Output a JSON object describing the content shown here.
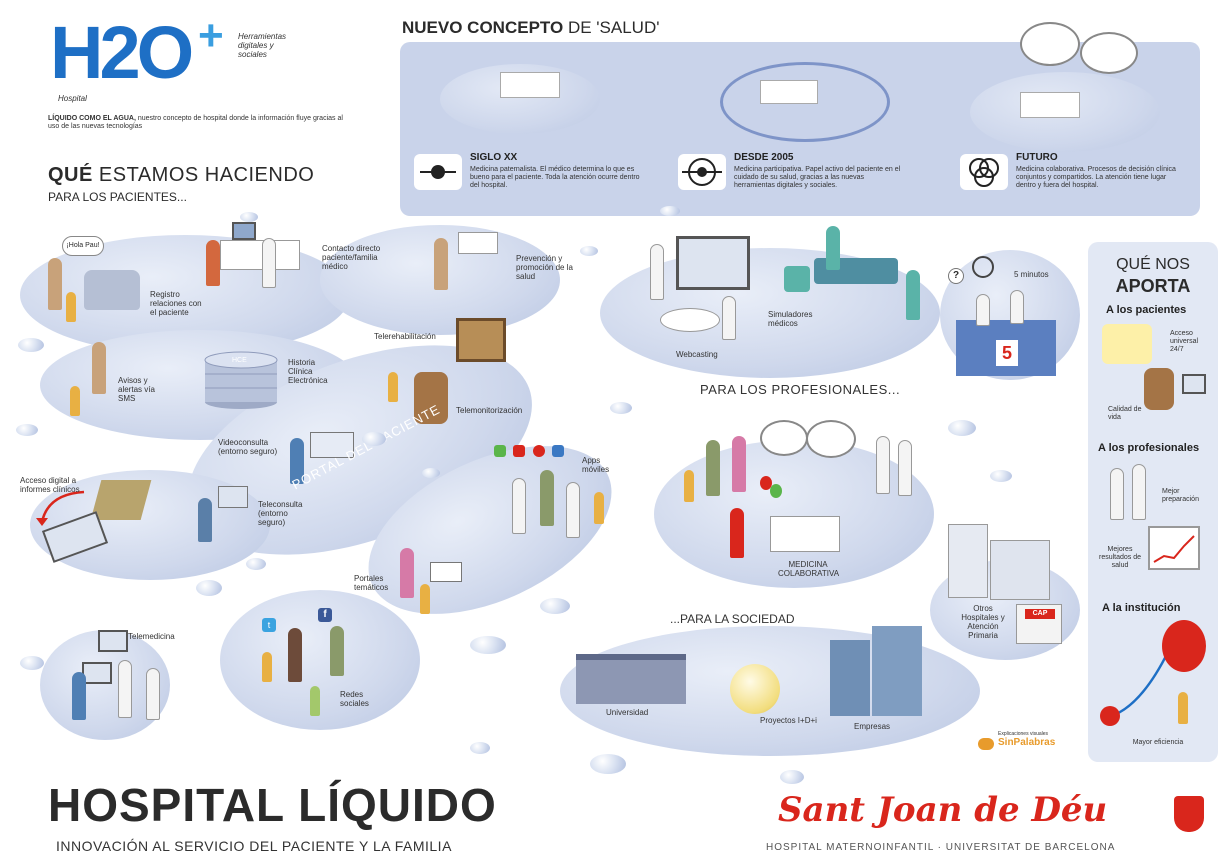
{
  "brand": {
    "logo_text": "H2O+",
    "logo_sub": "Herramientas digitales y sociales",
    "logo_hospital": "Hospital",
    "tagline_bold": "LÍQUIDO COMO EL AGUA,",
    "tagline_rest": "nuestro concepto de hospital donde la información fluye gracias al uso de las nuevas tecnologías"
  },
  "concept": {
    "title_bold": "NUEVO CONCEPTO",
    "title_rest": "DE 'SALUD'",
    "eras": [
      {
        "title": "SIGLO XX",
        "text": "Medicina paternalista. El médico determina lo que es bueno para el paciente. Toda la atención ocurre dentro del hospital."
      },
      {
        "title": "DESDE 2005",
        "text": "Medicina participativa. Papel activo del paciente en el cuidado de su salud, gracias a las nuevas herramientas digitales y sociales."
      },
      {
        "title": "FUTURO",
        "text": "Medicina colaborativa. Procesos de decisión clínica conjuntos y compartidos. La atención tiene lugar dentro y fuera del hospital."
      }
    ]
  },
  "doing": {
    "title_bold": "QUÉ",
    "title_rest": "ESTAMOS HACIENDO",
    "subtitle": "PARA LOS PACIENTES..."
  },
  "patients": {
    "greeting": "¡Hola Pau!",
    "hce": "HCE",
    "registro": "Registro relaciones con el paciente",
    "contacto": "Contacto directo paciente/familia médico",
    "historia": "Historia Clínica Electrónica",
    "avisos": "Avisos y alertas vía SMS",
    "prevencion": "Prevención y promoción de la salud",
    "telerehab": "Telerehabilitación",
    "telemonit": "Telemonitorización",
    "videoconsulta": "Videoconsulta (entorno seguro)",
    "acceso": "Acceso digital a informes clínicos",
    "teleconsulta": "Teleconsulta (entorno seguro)",
    "portal": "PORTAL DEL PACIENTE",
    "apps": "Apps móviles",
    "portales": "Portales temáticos",
    "telemedicina": "Telemedicina",
    "redes": "Redes sociales"
  },
  "professionals": {
    "webcasting": "Webcasting",
    "simuladores": "Simuladores médicos",
    "minutos": "5 minutos",
    "title": "PARA LOS PROFESIONALES..."
  },
  "collab": {
    "label": "MEDICINA COLABORATIVA"
  },
  "society": {
    "title": "...PARA LA SOCIEDAD",
    "universidad": "Universidad",
    "proyectos": "Proyectos I+D+i",
    "empresas": "Empresas",
    "otros": "Otros Hospitales y Atención Primaria",
    "cap": "CAP",
    "credit_small": "Explicaciones visuales",
    "credit": "SinPalabras"
  },
  "aporta": {
    "title_1": "QUÉ NOS",
    "title_2": "APORTA",
    "pacientes": "A los pacientes",
    "acceso": "Acceso universal 24/7",
    "calidad": "Calidad de vida",
    "profesionales": "A los profesionales",
    "mejor_prep": "Mejor preparación",
    "mejores": "Mejores resultados de salud",
    "institucion": "A la institución",
    "eficiencia": "Mayor eficiencia"
  },
  "footer": {
    "title": "HOSPITAL LÍQUIDO",
    "subtitle": "INNOVACIÓN AL SERVICIO DEL PACIENTE Y LA FAMILIA",
    "org": "Sant Joan de Déu",
    "org_sub": "HOSPITAL MATERNOINFANTIL · UNIVERSITAT DE BARCELONA"
  },
  "colors": {
    "brand_blue": "#1e6fc5",
    "brand_red": "#d9261c",
    "panel": "#c9d3ea"
  }
}
